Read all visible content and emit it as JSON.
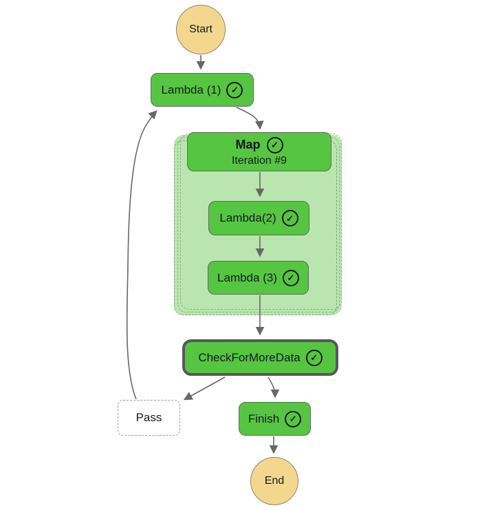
{
  "diagram": {
    "kind": "workflow-state-machine-graph",
    "nodes": {
      "start": {
        "label": "Start",
        "shape": "circle",
        "role": "start-terminal"
      },
      "lambda1": {
        "label": "Lambda (1)",
        "status": "succeeded"
      },
      "map": {
        "label": "Map",
        "iteration_label": "Iteration #9",
        "status": "succeeded"
      },
      "lambda2": {
        "label": "Lambda(2)",
        "status": "succeeded"
      },
      "lambda3": {
        "label": "Lambda (3)",
        "status": "succeeded"
      },
      "check": {
        "label": "CheckForMoreData",
        "status": "succeeded",
        "selected": true
      },
      "pass": {
        "label": "Pass",
        "status": "not-executed"
      },
      "finish": {
        "label": "Finish",
        "status": "succeeded"
      },
      "end": {
        "label": "End",
        "shape": "circle",
        "role": "end-terminal"
      }
    },
    "edges": [
      {
        "from": "Start",
        "to": "Lambda (1)"
      },
      {
        "from": "Lambda (1)",
        "to": "Map"
      },
      {
        "from": "Map",
        "to": "Lambda(2)"
      },
      {
        "from": "Lambda(2)",
        "to": "Lambda (3)"
      },
      {
        "from": "Lambda (3)",
        "to": "CheckForMoreData"
      },
      {
        "from": "CheckForMoreData",
        "to": "Pass"
      },
      {
        "from": "CheckForMoreData",
        "to": "Finish"
      },
      {
        "from": "Pass",
        "to": "Lambda (1)"
      },
      {
        "from": "Finish",
        "to": "End"
      }
    ],
    "icons": {
      "success_check": "✓"
    },
    "colors": {
      "success_green": "#56c542",
      "map_iteration_fill": "#b9e6ae",
      "terminal_fill": "#f4d78e",
      "selected_border": "#54595c",
      "node_border": "#60695f",
      "arrow_gray": "#676767",
      "canvas": "#ffffff"
    }
  }
}
